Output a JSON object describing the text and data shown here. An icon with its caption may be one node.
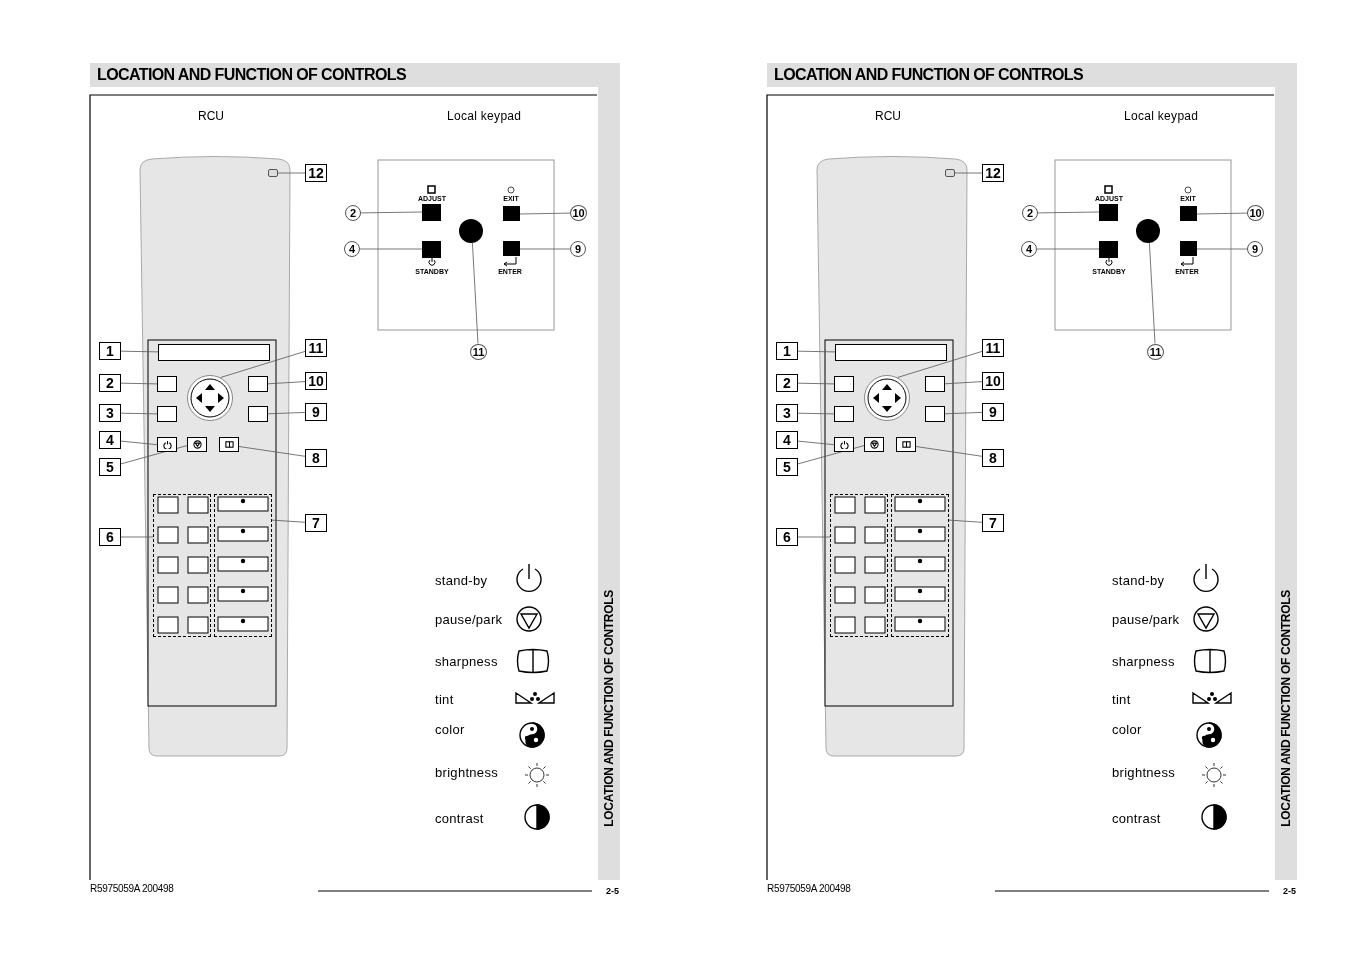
{
  "diagram": {
    "nodes": [
      {
        "text": [
          "1"
        ]
      },
      {
        "text": [
          "2"
        ]
      },
      {
        "text": [
          "3"
        ]
      },
      {
        "text": [
          "4"
        ]
      },
      {
        "text": [
          "5"
        ]
      },
      {
        "text": [
          "6"
        ]
      },
      {
        "text": [
          "7"
        ]
      },
      {
        "text": [
          "8"
        ]
      },
      {
        "text": [
          "9"
        ]
      },
      {
        "text": [
          "10"
        ]
      },
      {
        "text": [
          "11"
        ]
      },
      {
        "text": [
          "12"
        ]
      },
      {
        "text": [],
        "shape": "box"
      },
      {
        "text": [],
        "shape": "box"
      },
      {
        "text": [],
        "shape": "circle"
      },
      {
        "text": [],
        "shape": "box"
      },
      {
        "text": [],
        "shape": "box"
      },
      {
        "text": [],
        "shape": "box"
      },
      {
        "text": [],
        "shape": "box"
      },
      {
        "text": [],
        "shape": "box"
      },
      {
        "text": [],
        "shape": "box"
      },
      {
        "text": [],
        "shape": "box"
      },
      {
        "text": [],
        "shape": "box"
      },
      {
        "text": [],
        "shape": "box"
      },
      {
        "text": [
          "2"
        ]
      },
      {
        "text": [
          "10"
        ]
      },
      {
        "text": [
          "4"
        ]
      },
      {
        "text": [
          "9"
        ]
      },
      {
        "text": [
          "11"
        ]
      },
      {
        "text": [],
        "shape": "box",
        "beside": [
          "ADJUST"
        ]
      },
      {
        "text": [],
        "shape": "box",
        "beside": [
          "EXIT"
        ]
      },
      {
        "text": [],
        "shape": "circle"
      },
      {
        "text": [],
        "shape": "box",
        "beside": [
          "STANDBY"
        ]
      },
      {
        "text": [],
        "shape": "box",
        "beside": [
          "ENTER"
        ]
      },
      {
        "text": [
          "1"
        ]
      },
      {
        "text": [
          "2"
        ]
      },
      {
        "text": [
          "3"
        ]
      },
      {
        "text": [
          "4"
        ]
      },
      {
        "text": [
          "5"
        ]
      },
      {
        "text": [
          "6"
        ]
      },
      {
        "text": [
          "7"
        ]
      },
      {
        "text": [
          "8"
        ]
      },
      {
        "text": [
          "9"
        ]
      },
      {
        "text": [
          "10"
        ]
      },
      {
        "text": [
          "11"
        ]
      },
      {
        "text": [
          "12"
        ]
      },
      {
        "text": [],
        "shape": "box"
      },
      {
        "text": [],
        "shape": "box"
      },
      {
        "text": [],
        "shape": "circle"
      },
      {
        "text": [],
        "shape": "box"
      },
      {
        "text": [],
        "shape": "box"
      },
      {
        "text": [],
        "shape": "box"
      },
      {
        "text": [],
        "shape": "box"
      },
      {
        "text": [],
        "shape": "box"
      },
      {
        "text": [],
        "shape": "box"
      },
      {
        "text": [],
        "shape": "box"
      },
      {
        "text": [],
        "shape": "box"
      },
      {
        "text": [],
        "shape": "box"
      },
      {
        "text": [
          "2"
        ]
      },
      {
        "text": [
          "10"
        ]
      },
      {
        "text": [
          "4"
        ]
      },
      {
        "text": [
          "9"
        ]
      },
      {
        "text": [
          "11"
        ]
      },
      {
        "text": [],
        "shape": "box",
        "beside": [
          "ADJUST"
        ]
      },
      {
        "text": [],
        "shape": "box",
        "beside": [
          "EXIT"
        ]
      },
      {
        "text": [],
        "shape": "circle"
      },
      {
        "text": [],
        "shape": "box",
        "beside": [
          "STANDBY"
        ]
      },
      {
        "text": [],
        "shape": "box",
        "beside": [
          "ENTER"
        ]
      }
    ],
    "edges": [
      {
        "from": 0,
        "to": 13,
        "arrow": "none"
      },
      {
        "from": 1,
        "to": 15,
        "arrow": "none"
      },
      {
        "from": 2,
        "to": 17,
        "arrow": "none"
      },
      {
        "from": 3,
        "to": 19,
        "arrow": "none"
      },
      {
        "from": 4,
        "to": 20,
        "arrow": "none"
      },
      {
        "from": 5,
        "to": 22,
        "arrow": "none"
      },
      {
        "from": 6,
        "to": 23,
        "arrow": "none"
      },
      {
        "from": 7,
        "to": 21,
        "arrow": "none"
      },
      {
        "from": 8,
        "to": 18,
        "arrow": "none"
      },
      {
        "from": 9,
        "to": 16,
        "arrow": "none"
      },
      {
        "from": 10,
        "to": 14,
        "arrow": "none"
      },
      {
        "from": 11,
        "to": 12,
        "arrow": "none"
      },
      {
        "from": 24,
        "to": 29,
        "arrow": "none"
      },
      {
        "from": 25,
        "to": 30,
        "arrow": "none"
      },
      {
        "from": 26,
        "to": 32,
        "arrow": "none"
      },
      {
        "from": 27,
        "to": 33,
        "arrow": "none"
      },
      {
        "from": 28,
        "to": 31,
        "arrow": "none"
      },
      {
        "from": 34,
        "to": 47,
        "arrow": "none"
      },
      {
        "from": 35,
        "to": 49,
        "arrow": "none"
      },
      {
        "from": 36,
        "to": 51,
        "arrow": "none"
      },
      {
        "from": 37,
        "to": 53,
        "arrow": "none"
      },
      {
        "from": 38,
        "to": 54,
        "arrow": "none"
      },
      {
        "from": 39,
        "to": 56,
        "arrow": "none"
      },
      {
        "from": 40,
        "to": 57,
        "arrow": "none"
      },
      {
        "from": 41,
        "to": 55,
        "arrow": "none"
      },
      {
        "from": 42,
        "to": 52,
        "arrow": "none"
      },
      {
        "from": 43,
        "to": 50,
        "arrow": "none"
      },
      {
        "from": 44,
        "to": 48,
        "arrow": "none"
      },
      {
        "from": 45,
        "to": 46,
        "arrow": "none"
      },
      {
        "from": 58,
        "to": 63,
        "arrow": "none"
      },
      {
        "from": 59,
        "to": 64,
        "arrow": "none"
      },
      {
        "from": 60,
        "to": 66,
        "arrow": "none"
      },
      {
        "from": 61,
        "to": 67,
        "arrow": "none"
      },
      {
        "from": 62,
        "to": 65,
        "arrow": "none"
      }
    ],
    "labels": [
      "LOCATION AND FUNCTION OF CONTROLS",
      "RCU",
      "Local keypad",
      "LOCATION AND FUNCTION OF CONTROLS",
      "R5975059A 200498",
      "2-5",
      "LOCATION AND FUNCTION OF CONTROLS",
      "RCU",
      "Local keypad",
      "LOCATION AND FUNCTION OF CONTROLS",
      "R5975059A 200498",
      "2-5"
    ],
    "legend": [
      {
        "text": "stand-by"
      },
      {
        "text": "pause/park"
      },
      {
        "text": "sharpness"
      },
      {
        "text": "tint"
      },
      {
        "text": "color"
      },
      {
        "text": "brightness"
      },
      {
        "text": "contrast"
      },
      {
        "text": "stand-by"
      },
      {
        "text": "pause/park"
      },
      {
        "text": "sharpness"
      },
      {
        "text": "tint"
      },
      {
        "text": "color"
      },
      {
        "text": "brightness"
      },
      {
        "text": "contrast"
      }
    ]
  }
}
